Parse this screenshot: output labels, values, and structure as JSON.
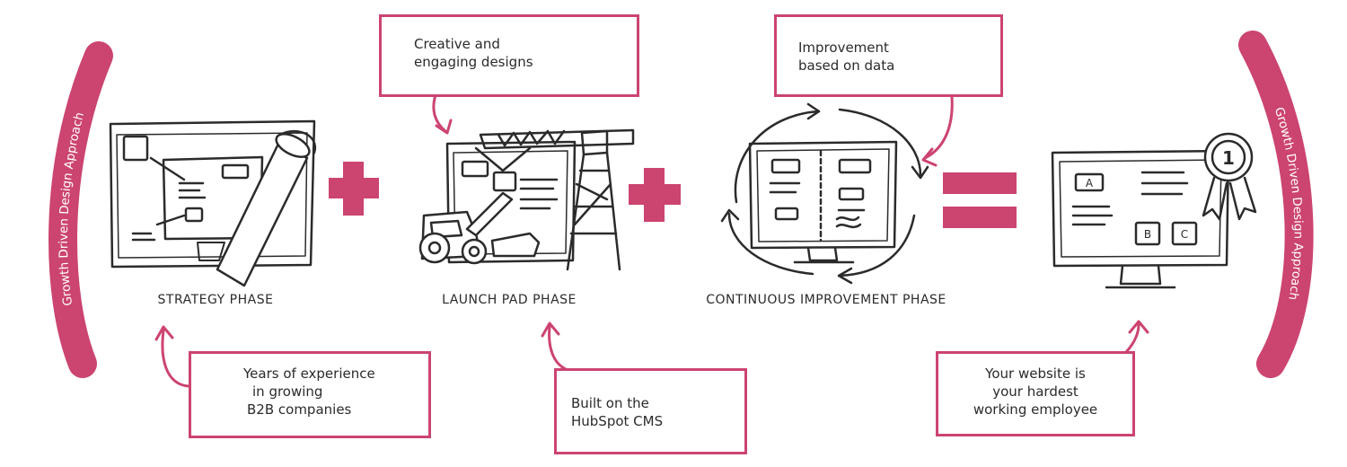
{
  "side_banner_left": "Growth Driven Design Approach",
  "side_banner_right": "Growth Driven Design Approach",
  "phases": [
    {
      "label": "STRATEGY PHASE"
    },
    {
      "label": "LAUNCH PAD PHASE"
    },
    {
      "label": "CONTINUOUS IMPROVEMENT PHASE"
    }
  ],
  "notes": {
    "creative": [
      "Creative and",
      "engaging designs"
    ],
    "improvement": [
      "Improvement",
      "based on data"
    ],
    "experience": [
      "Years of experience",
      "in growing",
      "B2B companies"
    ],
    "hubspot": [
      "Built on the",
      "HubSpot CMS"
    ],
    "website": [
      "Your website is",
      "your hardest",
      "working employee"
    ]
  },
  "result_screen": {
    "box_a": "A",
    "box_b": "B",
    "box_c": "C",
    "ribbon_number": "1"
  },
  "colors": {
    "accent": "#cc4470",
    "ink": "#2b2b2b"
  }
}
